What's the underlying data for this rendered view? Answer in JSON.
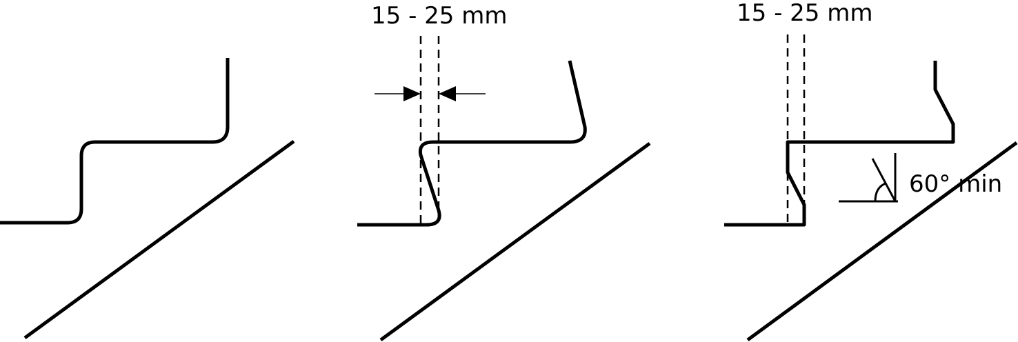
{
  "labels": {
    "spacing_middle": "15 - 25 mm",
    "spacing_right": "15 - 25 mm",
    "angle": "60° min"
  },
  "colors": {
    "line": "#000000",
    "background": "#ffffff"
  }
}
